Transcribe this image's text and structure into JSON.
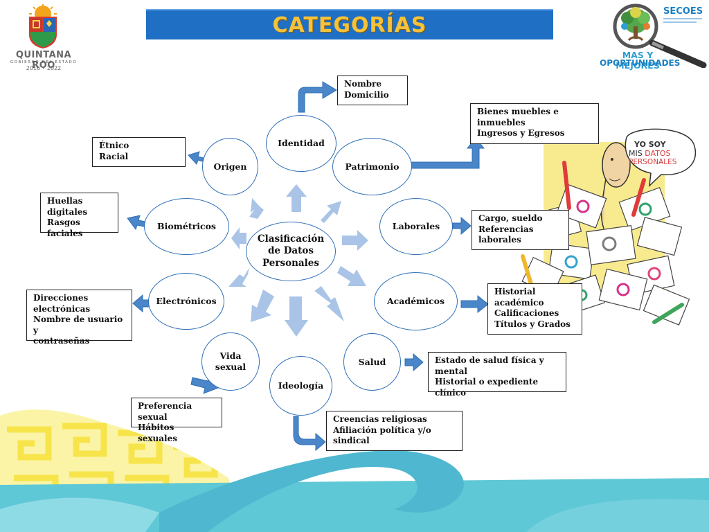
{
  "header": {
    "title": "CATEGORÍAS"
  },
  "logos": {
    "left": {
      "name": "QUINTANA ROO",
      "subtitle": "GOBIERNO DEL ESTADO",
      "years": "2016 • 2022"
    },
    "right": {
      "brand": "SECOES",
      "slogan_line1": "MAS Y MEJORES",
      "slogan_line2": "OPORTUNIDADES"
    }
  },
  "diagram": {
    "center": {
      "line1": "Clasificación",
      "line2": "de Datos",
      "line3": "Personales"
    },
    "nodes": {
      "identidad": "Identidad",
      "patrimonio": "Patrimonio",
      "laborales": "Laborales",
      "academicos": "Académicos",
      "salud": "Salud",
      "ideologia": "Ideología",
      "vida_sexual_1": "Vida",
      "vida_sexual_2": "sexual",
      "electronicos": "Electrónicos",
      "biometricos": "Biométricos",
      "origen": "Origen"
    },
    "boxes": {
      "identidad": [
        "Nombre",
        "Domicilio"
      ],
      "patrimonio": [
        "Bienes muebles e",
        "inmuebles",
        "Ingresos y Egresos"
      ],
      "laborales": [
        "Cargo, sueldo",
        "Referencias",
        "laborales"
      ],
      "academicos": [
        "Historial",
        "académico",
        "Calificaciones",
        "Títulos y Grados"
      ],
      "salud": [
        "Estado de salud física y",
        "mental",
        "Historial o expediente clínico"
      ],
      "ideologia": [
        "Creencias religiosas",
        "Afiliación política y/o",
        "sindical"
      ],
      "vida_sexual": [
        "Preferencia sexual",
        "Hábitos sexuales"
      ],
      "electronicos": [
        "Direcciones",
        "electrónicas",
        "Nombre de usuario y",
        "contraseñas"
      ],
      "biometricos": [
        "Huellas",
        "digitales",
        "Rasgos faciales"
      ],
      "origen": [
        "Étnico",
        "Racial"
      ]
    }
  },
  "illustration": {
    "speech_line1": "YO SOY",
    "speech_line2_a": "MIS",
    "speech_line2_b": "DATOS",
    "speech_line3": "PERSONALES"
  },
  "colors": {
    "title_bar": "#1f6fc4",
    "title_text": "#f5c23a",
    "node_border": "#2f6fb6",
    "arrow_blue": "#4a86c8",
    "arrow_light": "#a9c4e6",
    "wave_teal": "#5fc8d6",
    "pattern_yellow": "#f7e44a"
  }
}
